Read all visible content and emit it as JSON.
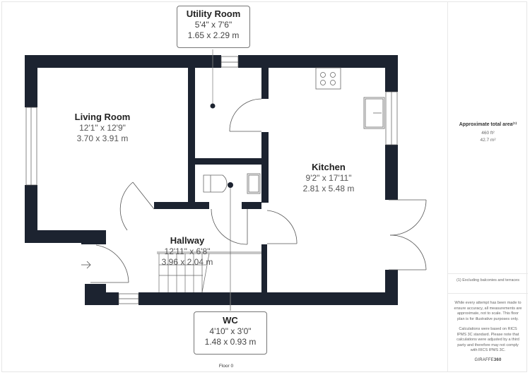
{
  "floorplan": {
    "floor_label": "Floor 0",
    "wall_color": "#1c2330",
    "rooms": [
      {
        "name": "Living Room",
        "dim_imperial": "12'1\" x 12'9\"",
        "dim_metric": "3.70 x 3.91 m"
      },
      {
        "name": "Utility Room",
        "dim_imperial": "5'4\" x 7'6\"",
        "dim_metric": "1.65 x 2.29 m"
      },
      {
        "name": "Kitchen",
        "dim_imperial": "9'2\" x 17'11\"",
        "dim_metric": "2.81 x 5.48 m"
      },
      {
        "name": "Hallway",
        "dim_imperial": "12'11\" x 6'8\"",
        "dim_metric": "3.96 x 2.04 m"
      },
      {
        "name": "WC",
        "dim_imperial": "4'10\" x 3'0\"",
        "dim_metric": "1.48 x 0.93 m"
      }
    ]
  },
  "sidebar": {
    "area_title": "Approximate total area⁽¹⁾",
    "area_imperial": "460 ft²",
    "area_metric": "42.7 m²",
    "footnote": "(1) Excluding balconies and terraces",
    "disclaimer_1": "While every attempt has been made to ensure accuracy, all measurements are approximate, not to scale. This floor plan is for illustrative purposes only.",
    "disclaimer_2": "Calculations were based on RICS IPMS 3C standard. Please note that calculations were adjusted by a third party and therefore may not comply with RICS IPMS 3C.",
    "brand_prefix": "GIRAFFE",
    "brand_suffix": "360"
  }
}
